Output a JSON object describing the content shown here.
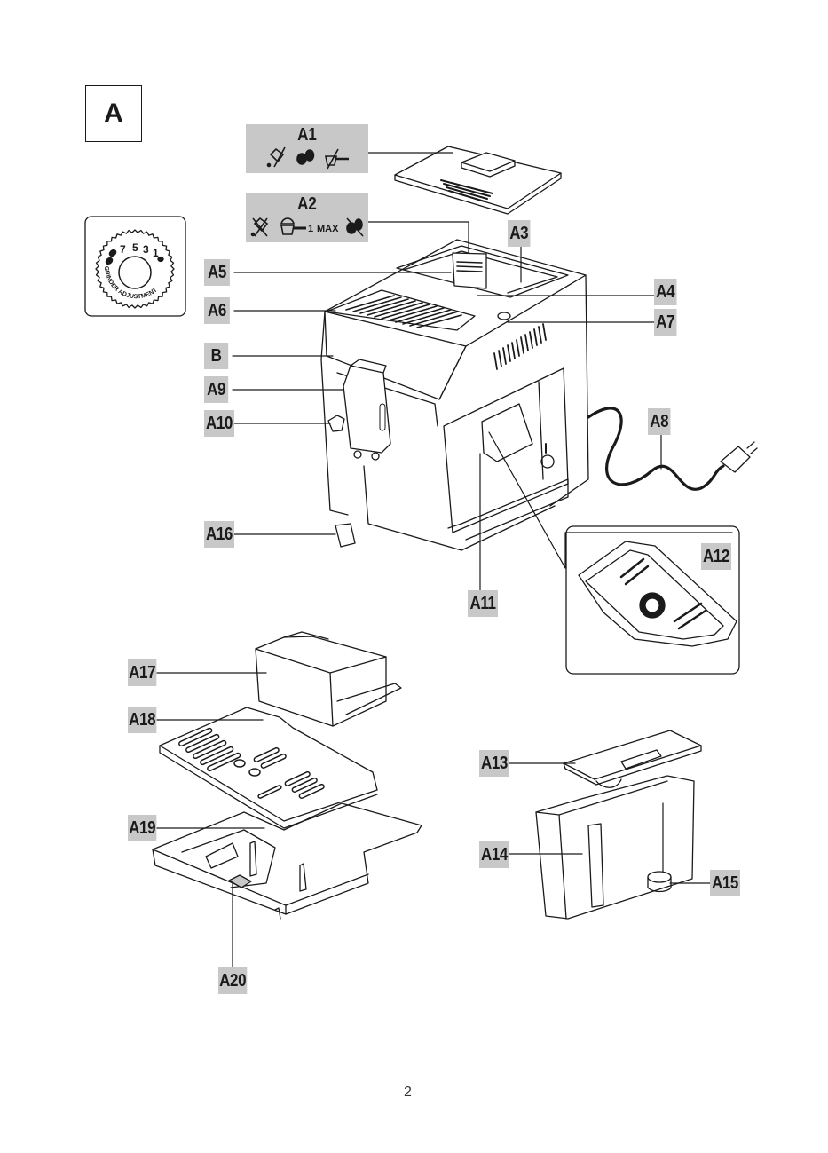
{
  "figure": {
    "section_label": "A",
    "page_number": "2"
  },
  "icon_panels": {
    "a1": {
      "label": "A1",
      "icons": [
        "ground-coffee-crossed-icon",
        "coffee-beans-icon",
        "measuring-scoop-crossed-icon"
      ]
    },
    "a2": {
      "label": "A2",
      "icons": [
        "coffee-beans-crossed-icon",
        "measuring-scoop-icon",
        "coffee-beans-crossed-icon"
      ],
      "scoop_text": "1",
      "max_text": "MAX"
    }
  },
  "grinder_dial": {
    "numbers": [
      "7",
      "5",
      "3",
      "1"
    ],
    "caption": "GRINDER ADJUSTMENT"
  },
  "callouts": [
    {
      "id": "A3",
      "label": "A3"
    },
    {
      "id": "A4",
      "label": "A4"
    },
    {
      "id": "A5",
      "label": "A5"
    },
    {
      "id": "A6",
      "label": "A6"
    },
    {
      "id": "A7",
      "label": "A7"
    },
    {
      "id": "A8",
      "label": "A8"
    },
    {
      "id": "B",
      "label": "B"
    },
    {
      "id": "A9",
      "label": "A9"
    },
    {
      "id": "A10",
      "label": "A10"
    },
    {
      "id": "A11",
      "label": "A11"
    },
    {
      "id": "A12",
      "label": "A12"
    },
    {
      "id": "A13",
      "label": "A13"
    },
    {
      "id": "A14",
      "label": "A14"
    },
    {
      "id": "A15",
      "label": "A15"
    },
    {
      "id": "A16",
      "label": "A16"
    },
    {
      "id": "A17",
      "label": "A17"
    },
    {
      "id": "A18",
      "label": "A18"
    },
    {
      "id": "A19",
      "label": "A19"
    },
    {
      "id": "A20",
      "label": "A20"
    }
  ],
  "colors": {
    "label_bg": "#c8c8c8",
    "line": "#1a1a1a"
  }
}
